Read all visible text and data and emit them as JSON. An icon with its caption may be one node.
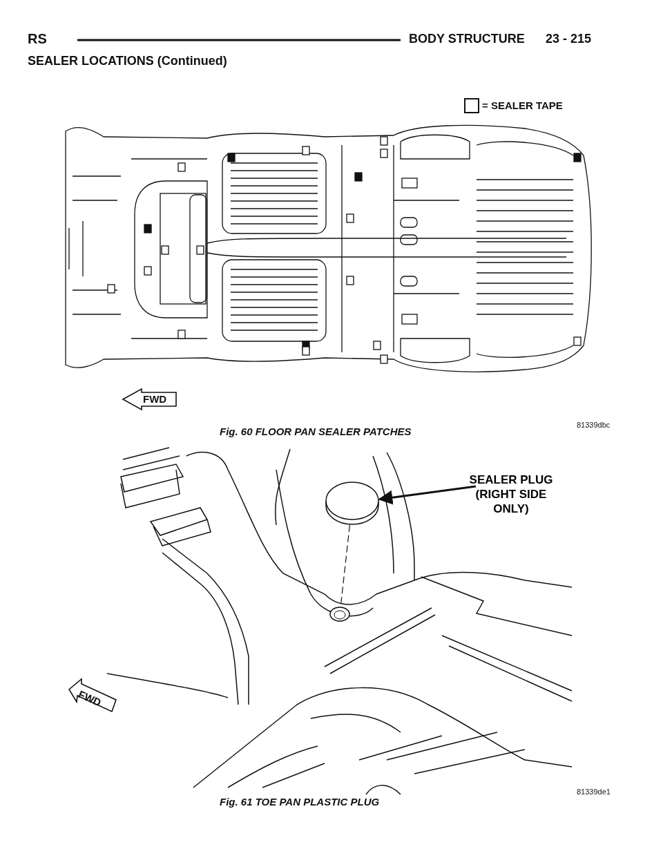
{
  "diagram": {
    "nodes": [
      {
        "text": [
          "SEALER PLUG (RIGHT SIDE ONLY)"
        ]
      },
      {
        "text": [],
        "shape": "circle"
      },
      {
        "text": [],
        "shape": "circle"
      }
    ],
    "edges": [
      {
        "from": 0,
        "to": 1,
        "arrow": "to"
      },
      {
        "from": 1,
        "to": 2,
        "arrow": "none",
        "style": "dashed"
      }
    ],
    "labels": [
      "RS",
      "BODY STRUCTURE",
      "23 - 215",
      "SEALER LOCATIONS (Continued)",
      "FWD",
      "81339dbc",
      "Fig. 60 FLOOR PAN SEALER PATCHES",
      "FWD",
      "Fig. 61 TOE PAN PLASTIC PLUG",
      "81339de1"
    ],
    "legend": [
      {
        "text": "= SEALER TAPE"
      }
    ]
  }
}
